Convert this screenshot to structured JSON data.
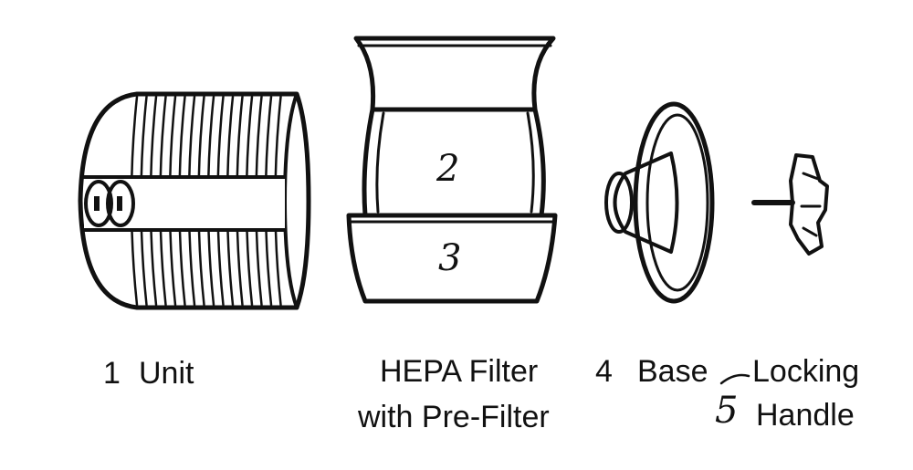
{
  "parts": [
    {
      "number": "1",
      "label": "Unit"
    },
    {
      "number": "2",
      "label": ""
    },
    {
      "number": "3",
      "label": ""
    },
    {
      "line1": "HEPA Filter",
      "line2": "with Pre-Filter"
    },
    {
      "number": "4",
      "label": "Base"
    },
    {
      "number": "5",
      "line1": "Locking",
      "line2": "Handle"
    }
  ],
  "colors": {
    "ink": "#111111",
    "background": "#ffffff"
  }
}
